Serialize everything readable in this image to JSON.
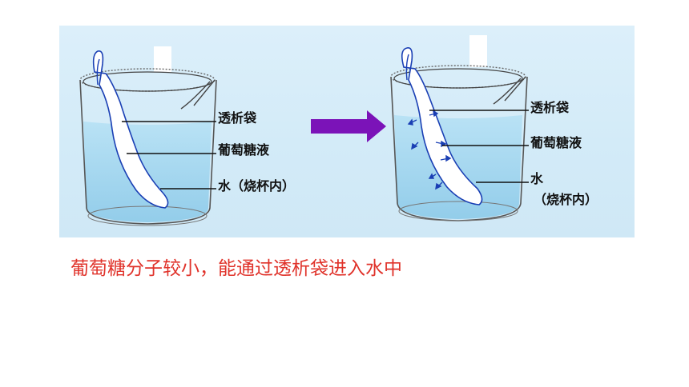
{
  "left_beaker": {
    "label_bag": "透析袋",
    "label_glucose": "葡萄糖液",
    "label_water": "水（烧杯内）"
  },
  "right_beaker": {
    "label_bag": "透析袋",
    "label_glucose": "葡萄糖液",
    "label_water_line1": "水",
    "label_water_line2": "（烧杯内）"
  },
  "colors": {
    "panel_bg": "#d6edf9",
    "water": "#9fd4ee",
    "bag_outline": "#1a3fb4",
    "arrow": "#7b13b8",
    "caption": "#e0322a"
  },
  "caption": "葡萄糖分子较小，能通过透析袋进入水中"
}
